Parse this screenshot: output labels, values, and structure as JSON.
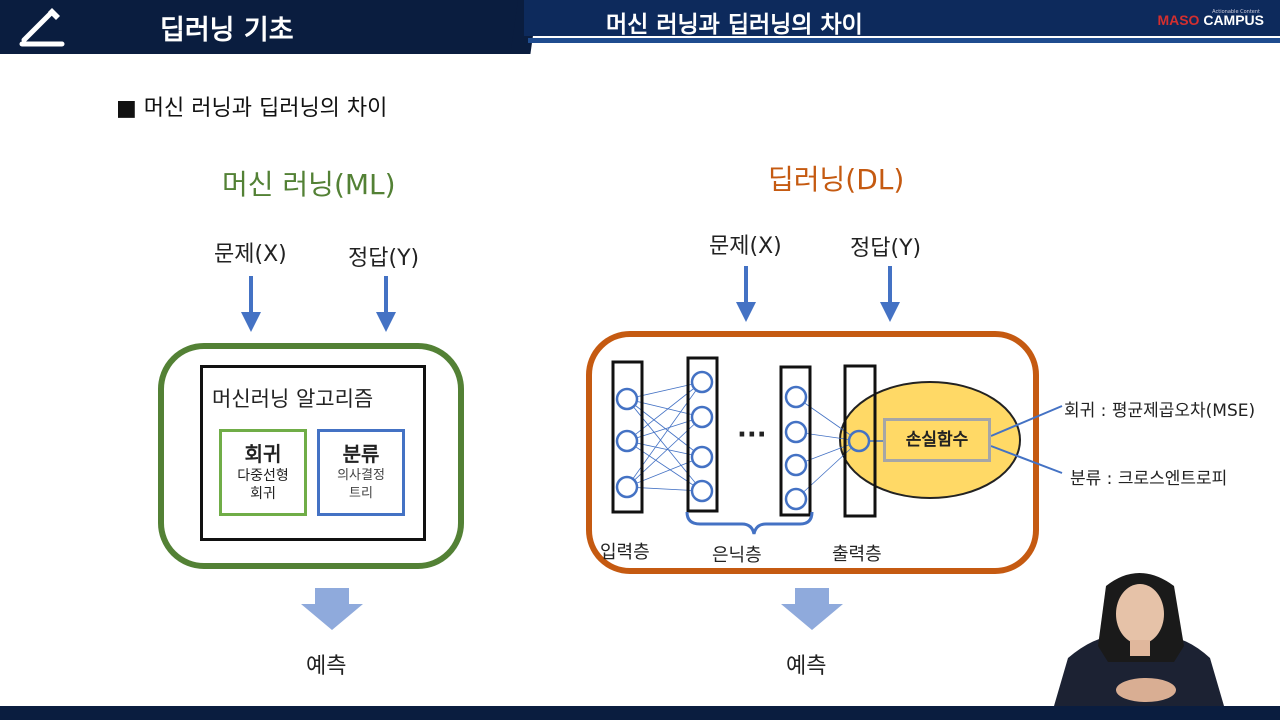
{
  "header": {
    "course_title": "딥러닝 기초",
    "slide_title": "머신 러닝과 딥러닝의 차이",
    "brand_maso": "MASO",
    "brand_campus": "CAMPUS",
    "brand_tagline": "Actionable Content"
  },
  "section_heading": "■ 머신 러닝과 딥러닝의 차이",
  "ml": {
    "title": "머신 러닝(ML)",
    "input_label": "문제(X)",
    "answer_label": "정답(Y)",
    "algorithm_title": "머신러닝 알고리즘",
    "regression": {
      "title": "회귀",
      "sub1": "다중선형",
      "sub2": "회귀"
    },
    "classification": {
      "title": "분류",
      "sub1": "의사결정",
      "sub2": "트리"
    },
    "output_label": "예측"
  },
  "dl": {
    "title": "딥러닝(DL)",
    "input_label": "문제(X)",
    "answer_label": "정답(Y)",
    "input_layer": "입력층",
    "hidden_layer": "은닉층",
    "output_layer": "출력층",
    "ellipsis": "···",
    "loss_function": "손실함수",
    "regression_note": "회귀 : 평균제곱오차(MSE)",
    "classification_note": "분류 : 크로스엔트로피",
    "output_label": "예측"
  },
  "colors": {
    "header_navy": "#0a1d3f",
    "ml_green": "#538135",
    "dl_orange": "#c55a11",
    "arrow_blue": "#4472c4",
    "loss_yellow": "#ffd966"
  }
}
